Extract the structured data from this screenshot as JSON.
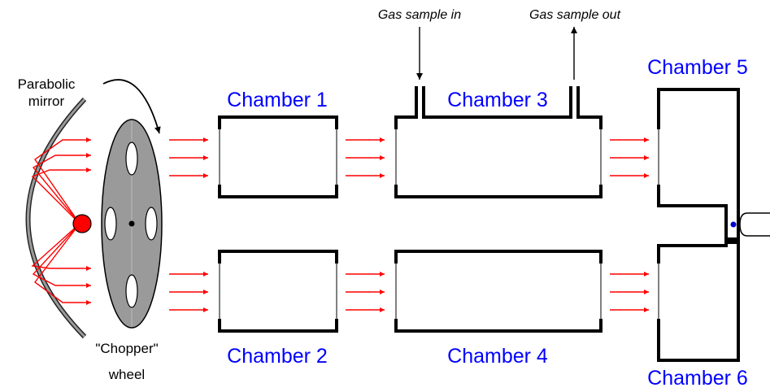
{
  "labels": {
    "mirror_line1": "Parabolic",
    "mirror_line2": "mirror",
    "chopper_line1": "\"Chopper\"",
    "chopper_line2": "wheel",
    "gas_in": "Gas sample in",
    "gas_out": "Gas sample out",
    "chamber1": "Chamber 1",
    "chamber2": "Chamber 2",
    "chamber3": "Chamber 3",
    "chamber4": "Chamber 4",
    "chamber5": "Chamber 5",
    "chamber6": "Chamber 6"
  },
  "colors": {
    "chamber_label": "#0000ff",
    "ray": "#ff0000",
    "source": "#ff0000",
    "wheel": "#999999",
    "detector_dot": "#0000cc"
  }
}
